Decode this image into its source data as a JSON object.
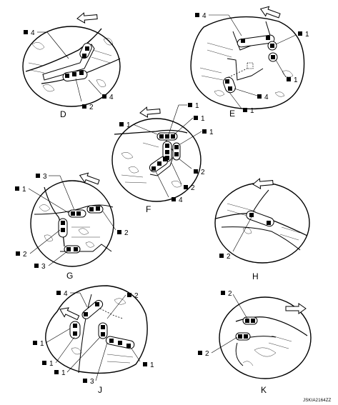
{
  "code": "JSKIA2164ZZ",
  "views": [
    {
      "id": "D",
      "label": "D",
      "callouts": [
        "4",
        "2",
        "4"
      ]
    },
    {
      "id": "E",
      "label": "E",
      "callouts": [
        "4",
        "1",
        "1",
        "4",
        "1"
      ]
    },
    {
      "id": "F",
      "label": "F",
      "callouts": [
        "1",
        "1",
        "1",
        "1",
        "2",
        "2",
        "4"
      ]
    },
    {
      "id": "G",
      "label": "G",
      "callouts": [
        "3",
        "1",
        "2",
        "2",
        "3"
      ]
    },
    {
      "id": "H",
      "label": "H",
      "callouts": [
        "2"
      ]
    },
    {
      "id": "J",
      "label": "J",
      "callouts": [
        "4",
        "2",
        "1",
        "1",
        "1",
        "3",
        "1"
      ]
    },
    {
      "id": "K",
      "label": "K",
      "callouts": [
        "2",
        "2"
      ]
    }
  ],
  "icons": {
    "spot": "black-square-weld-icon",
    "front": "front-direction-arrow-icon"
  }
}
